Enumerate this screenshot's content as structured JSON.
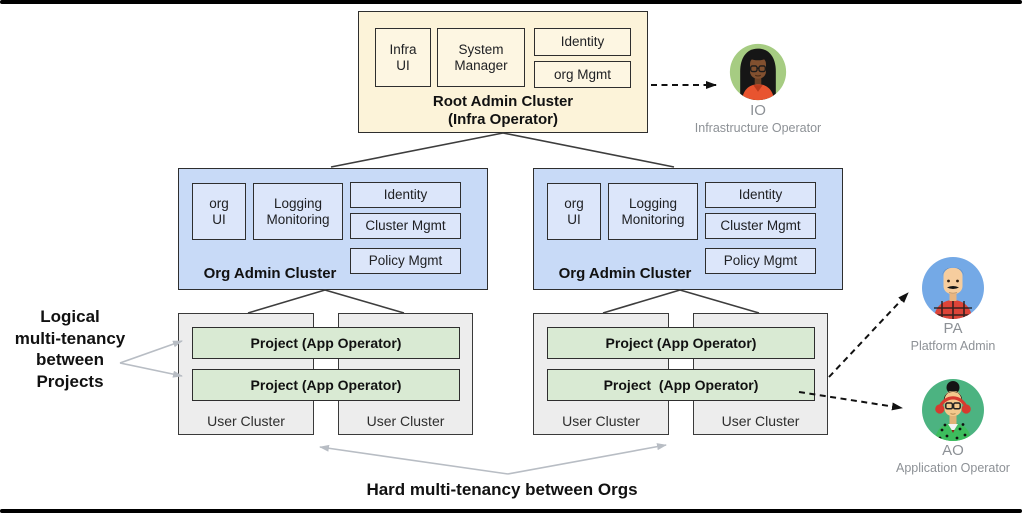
{
  "colors": {
    "root_fill": "#FCF3D9",
    "root_module_fill": "#FDF6E2",
    "org_fill": "#C8DAF7",
    "org_module_fill": "#DCE6FA",
    "project_fill": "#D9EAD3",
    "user_cluster_fill": "#EDEDED",
    "box_border": "#2e2e2e",
    "gray_arrow": "#b8bdc4",
    "dashed_arrow": "#111111",
    "persona_text": "#8d9196",
    "io_circle": "#A6CC82",
    "pa_circle": "#74A9E6",
    "ao_circle": "#4CB381"
  },
  "root_cluster": {
    "name": "Root Admin Cluster",
    "subtitle": "(Infra Operator)",
    "modules": {
      "infra_ui": "Infra\nUI",
      "system_manager": "System\nManager",
      "identity": "Identity",
      "org_mgmt": "org Mgmt"
    }
  },
  "org_clusters": [
    {
      "name": "Org Admin Cluster",
      "modules": {
        "org_ui": "org\nUI",
        "logging_monitoring": "Logging\nMonitoring",
        "identity": "Identity",
        "cluster_mgmt": "Cluster Mgmt",
        "policy_mgmt": "Policy Mgmt"
      }
    },
    {
      "name": "Org Admin Cluster",
      "modules": {
        "org_ui": "org\nUI",
        "logging_monitoring": "Logging\nMonitoring",
        "identity": "Identity",
        "cluster_mgmt": "Cluster Mgmt",
        "policy_mgmt": "Policy Mgmt"
      }
    }
  ],
  "user_groups": [
    {
      "projects": [
        "Project (App Operator)",
        "Project (App Operator)"
      ],
      "clusters": [
        "User Cluster",
        "User Cluster"
      ]
    },
    {
      "projects": [
        "Project (App Operator)",
        "Project  (App Operator)"
      ],
      "clusters": [
        "User Cluster",
        "User Cluster"
      ]
    }
  ],
  "annotations": {
    "logical": "Logical\nmulti-tenancy\nbetween\nProjects",
    "hard": "Hard multi-tenancy between Orgs"
  },
  "personas": [
    {
      "initials": "IO",
      "role": "Infrastructure Operator"
    },
    {
      "initials": "PA",
      "role": "Platform Admin"
    },
    {
      "initials": "AO",
      "role": "Application Operator"
    }
  ]
}
